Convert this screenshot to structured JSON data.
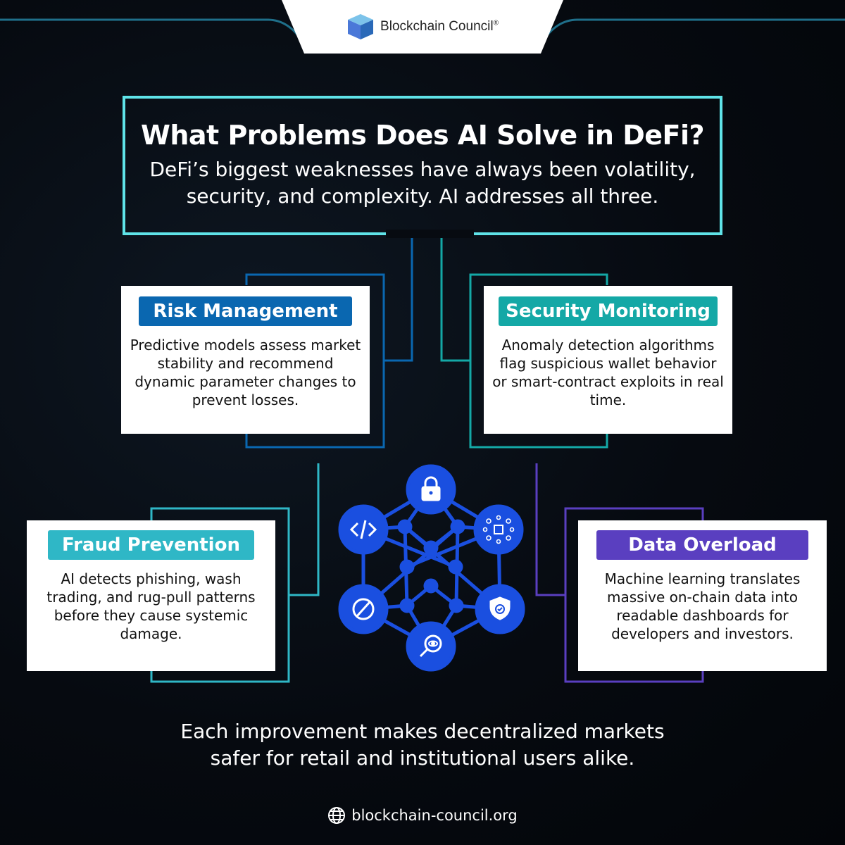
{
  "brand": {
    "name": "Blockchain Council",
    "mark": "®"
  },
  "title": "What Problems Does AI Solve in DeFi?",
  "subtitle_lines": [
    "DeFi’s biggest weaknesses have always been volatility,",
    "security, and complexity. AI addresses all three."
  ],
  "cards": [
    {
      "heading": "Risk Management",
      "color": "#0a67b0",
      "body": "Predictive models assess market stability and recommend dynamic parameter changes to prevent losses."
    },
    {
      "heading": "Security Monitoring",
      "color": "#14a8a6",
      "body": "Anomaly detection algorithms flag suspicious wallet behavior or smart-contract exploits in real time."
    },
    {
      "heading": "Fraud Prevention",
      "color": "#2fb7c6",
      "body": "AI detects phishing, wash trading, and rug-pull patterns before they cause systemic damage."
    },
    {
      "heading": "Data Overload",
      "color": "#5a3fc0",
      "body": "Machine learning translates massive on-chain data into readable dashboards for developers and investors."
    }
  ],
  "network_icons": [
    "lock-icon",
    "code-icon",
    "network-cube-icon",
    "prohibited-icon",
    "shield-check-icon",
    "magnifier-eye-icon"
  ],
  "footer_lines": [
    "Each improvement makes decentralized markets",
    "safer for retail and institutional users alike."
  ],
  "url": "blockchain-council.org",
  "colors": {
    "accent_cyan": "#5fe3e8",
    "network_blue": "#1a4fe0",
    "background": "#04070c"
  }
}
